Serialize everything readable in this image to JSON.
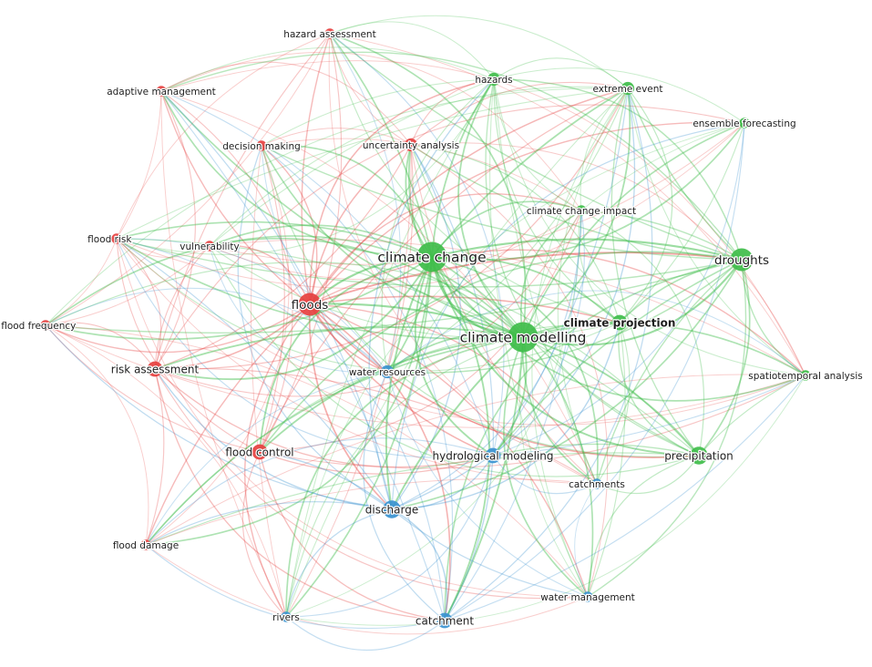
{
  "colors": {
    "red": "#e6403f",
    "green": "#3fbd4a",
    "blue": "#3a92d0",
    "background": "#ffffff"
  },
  "nodes": [
    {
      "id": "hazard-assessment",
      "label": "hazard assessment",
      "cluster": "red",
      "weight": 2
    },
    {
      "id": "adaptive-management",
      "label": "adaptive management",
      "cluster": "red",
      "weight": 2
    },
    {
      "id": "decision-making",
      "label": "decision making",
      "cluster": "red",
      "weight": 2
    },
    {
      "id": "uncertainty-analysis",
      "label": "uncertainty analysis",
      "cluster": "red",
      "weight": 3
    },
    {
      "id": "flood-risk",
      "label": "flood risk",
      "cluster": "red",
      "weight": 2
    },
    {
      "id": "vulnerability",
      "label": "vulnerability",
      "cluster": "red",
      "weight": 2
    },
    {
      "id": "floods",
      "label": "floods",
      "cluster": "red",
      "weight": 7
    },
    {
      "id": "flood-frequency",
      "label": "flood frequency",
      "cluster": "red",
      "weight": 2
    },
    {
      "id": "risk-assessment",
      "label": "risk assessment",
      "cluster": "red",
      "weight": 4
    },
    {
      "id": "flood-control",
      "label": "flood control",
      "cluster": "red",
      "weight": 4
    },
    {
      "id": "flood-damage",
      "label": "flood damage",
      "cluster": "red",
      "weight": 2
    },
    {
      "id": "hazards",
      "label": "hazards",
      "cluster": "green",
      "weight": 3
    },
    {
      "id": "extreme-event",
      "label": "extreme event",
      "cluster": "green",
      "weight": 3
    },
    {
      "id": "ensemble-forecasting",
      "label": "ensemble forecasting",
      "cluster": "green",
      "weight": 2
    },
    {
      "id": "climate-change-impact",
      "label": "climate change impact",
      "cluster": "green",
      "weight": 2
    },
    {
      "id": "climate-change",
      "label": "climate change",
      "cluster": "green",
      "weight": 10
    },
    {
      "id": "droughts",
      "label": "droughts",
      "cluster": "green",
      "weight": 7
    },
    {
      "id": "climate-projection",
      "label": "climate projection",
      "cluster": "green",
      "weight": 4
    },
    {
      "id": "climate-modelling",
      "label": "climate modelling",
      "cluster": "green",
      "weight": 10
    },
    {
      "id": "spatiotemporal-analysis",
      "label": "spatiotemporal analysis",
      "cluster": "green",
      "weight": 2
    },
    {
      "id": "precipitation",
      "label": "precipitation",
      "cluster": "green",
      "weight": 5
    },
    {
      "id": "water-resources",
      "label": "water resources",
      "cluster": "blue",
      "weight": 3
    },
    {
      "id": "hydrological-modeling",
      "label": "hydrological modeling",
      "cluster": "blue",
      "weight": 4
    },
    {
      "id": "catchments",
      "label": "catchments",
      "cluster": "blue",
      "weight": 2
    },
    {
      "id": "discharge",
      "label": "discharge",
      "cluster": "blue",
      "weight": 5
    },
    {
      "id": "water-management",
      "label": "water management",
      "cluster": "blue",
      "weight": 2
    },
    {
      "id": "rivers",
      "label": "rivers",
      "cluster": "blue",
      "weight": 2
    },
    {
      "id": "catchment",
      "label": "catchment",
      "cluster": "blue",
      "weight": 4
    }
  ]
}
